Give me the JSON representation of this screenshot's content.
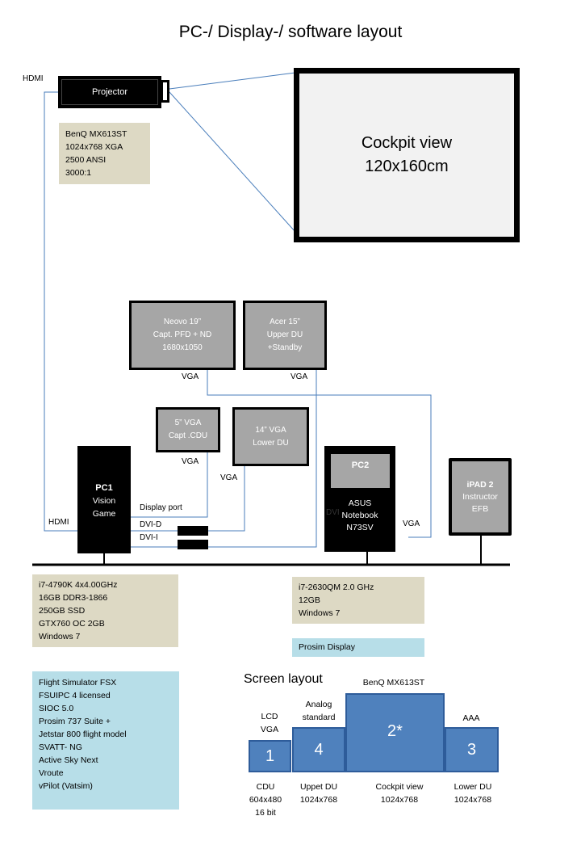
{
  "title": "PC-/ Display-/ software layout",
  "projector": {
    "label": "Projector",
    "hdmi_label": "HDMI",
    "specs": [
      "BenQ MX613ST",
      "1024x768 XGA",
      "2500 ANSI",
      "3000:1"
    ]
  },
  "cockpit_view": {
    "line1": "Cockpit view",
    "line2": "120x160cm"
  },
  "monitors": {
    "neovo": {
      "lines": [
        "Neovo 19”",
        "Capt. PFD + ND",
        "1680x1050"
      ],
      "port": "VGA"
    },
    "acer": {
      "lines": [
        "Acer 15”",
        "Upper  DU",
        "+Standby"
      ],
      "port": "VGA"
    },
    "cdu": {
      "lines": [
        "5” VGA",
        "Capt .CDU"
      ],
      "port": "VGA"
    },
    "lower": {
      "lines": [
        "14” VGA",
        "Lower DU"
      ],
      "port": "VGA"
    }
  },
  "pc1": {
    "name": "PC1",
    "sub": [
      "Vision",
      "Game"
    ],
    "ports": {
      "hdmi": "HDMI",
      "dp": "Display port",
      "dvid": "DVI-D",
      "dvii": "DVI-I"
    },
    "specs": [
      "i7-4790K 4x4.00GHz",
      "16GB DDR3-1866",
      "250GB SSD",
      "GTX760 OC 2GB",
      "Windows 7"
    ]
  },
  "pc2": {
    "name": "PC2",
    "sub": [
      "ASUS",
      "Notebook",
      "N73SV"
    ],
    "port_hidden": "DVI",
    "port": "VGA",
    "specs": [
      "i7-2630QM 2.0 GHz",
      "12GB",
      "Windows 7"
    ],
    "software": "Prosim Display"
  },
  "ipad": {
    "name": "iPAD 2",
    "sub": [
      "Instructor",
      "EFB"
    ]
  },
  "software_list": [
    "Flight Simulator FSX",
    "FSUIPC 4 licensed",
    "SIOC 5.0",
    "Prosim 737 Suite +",
    "Jetstar 800 flight model",
    "SVATT-  NG",
    "Active Sky Next",
    "Vroute",
    "vPilot (Vatsim)"
  ],
  "screen_layout": {
    "title": "Screen layout",
    "screens": [
      {
        "number": "1",
        "top_labels": [
          "LCD",
          "VGA"
        ],
        "bottom_labels": [
          "CDU",
          "604x480",
          "16 bit"
        ]
      },
      {
        "number": "4",
        "top_labels": [
          "Analog",
          "standard"
        ],
        "bottom_labels": [
          "Uppet DU",
          "1024x768"
        ]
      },
      {
        "number": "2*",
        "top_labels": [
          "BenQ MX613ST"
        ],
        "bottom_labels": [
          "Cockpit view",
          "1024x768"
        ]
      },
      {
        "number": "3",
        "top_labels": [
          "AAA"
        ],
        "bottom_labels": [
          "Lower DU",
          "1024x768"
        ]
      }
    ]
  },
  "colors": {
    "line": "#4a7ebb",
    "monitor": "#a6a6a6",
    "note_tan": "#ddd9c4",
    "note_blue": "#b7dee8",
    "screen": "#4f81bd"
  }
}
